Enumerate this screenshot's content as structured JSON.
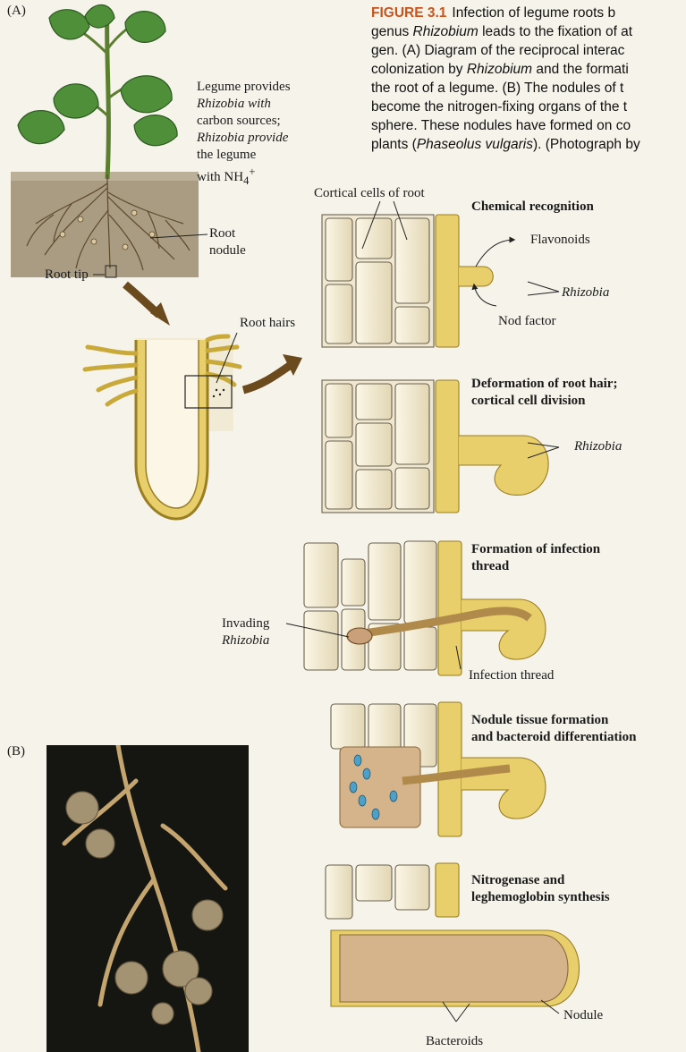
{
  "figure": {
    "number": "FIGURE 3.1",
    "caption_lines": [
      "Infection of legume roots b",
      "genus Rhizobium leads to the fixation of at",
      "gen. (A) Diagram of the reciprocal interac",
      "colonization by Rhizobium and the formati",
      "the root of a legume. (B) The nodules of t",
      "become the nitrogen-fixing organs of the t",
      "sphere. These nodules have formed on co",
      "plants (Phaseolus vulgaris). (Photograph by"
    ]
  },
  "panel_labels": {
    "a": "(A)",
    "b": "(B)"
  },
  "plant_labels": {
    "exchange": [
      "Legume provides",
      "Rhizobia with",
      "carbon sources;",
      "Rhizobia provide",
      "the legume",
      "with NH4+"
    ],
    "root_nodule": [
      "Root",
      "nodule"
    ],
    "root_tip": "Root tip",
    "root_hairs": "Root hairs"
  },
  "stages": [
    {
      "title": [
        "Chemical recognition"
      ],
      "labels": [
        "Cortical cells of root",
        "Flavonoids",
        "Rhizobia",
        "Nod factor"
      ]
    },
    {
      "title": [
        "Deformation of root hair;",
        "cortical cell division"
      ],
      "labels": [
        "Rhizobia"
      ]
    },
    {
      "title": [
        "Formation of infection",
        "thread"
      ],
      "labels": [
        "Invading",
        "Rhizobia",
        "Infection thread"
      ]
    },
    {
      "title": [
        "Nodule tissue formation",
        "and bacteroid differentiation"
      ],
      "labels": []
    },
    {
      "title": [
        "Nitrogenase and",
        "leghemoglobin synthesis"
      ],
      "labels": [
        "Nodule",
        "Bacteroids"
      ]
    }
  ],
  "colors": {
    "accent": "#c9541b",
    "root_yellow": "#e8cf6b",
    "root_outline": "#9a7e22",
    "soil": "#a89a80",
    "leaf": "#4c8a3a",
    "cell_fill": "#f3ecd6",
    "cell_outline": "#6b6250",
    "nodule_tissue": "#d6b48b",
    "bacteroid": "#4fa0c8"
  }
}
